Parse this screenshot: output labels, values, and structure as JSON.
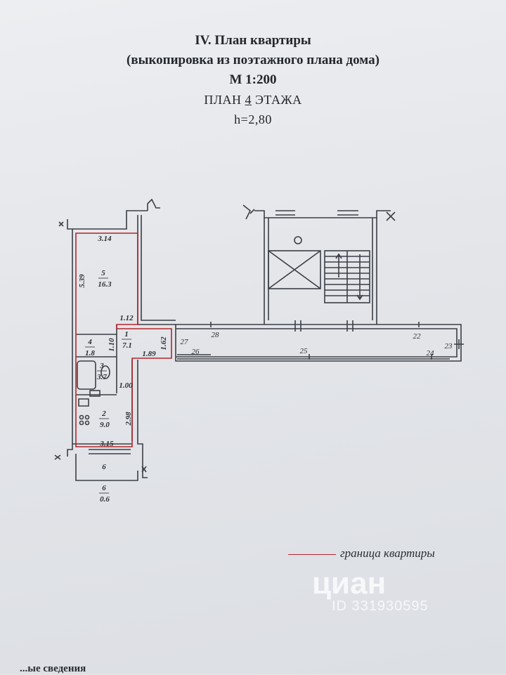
{
  "header": {
    "title": "IV. План квартиры",
    "subtitle": "(выкопировка из поэтажного плана дома)",
    "scale": "М 1:200",
    "floor_prefix": "ПЛАН",
    "floor_number": "4",
    "floor_suffix": "ЭТАЖА",
    "height": "h=2,80"
  },
  "rooms": [
    {
      "id": "5",
      "area": "16.3"
    },
    {
      "id": "1",
      "area": "7.1"
    },
    {
      "id": "4",
      "area": "1.8"
    },
    {
      "id": "3",
      "area": "3.7"
    },
    {
      "id": "2",
      "area": "9.0"
    },
    {
      "id": "6",
      "area": "0.6"
    }
  ],
  "balcony_label": "6",
  "dimensions": {
    "room5_width": "3.14",
    "room5_length": "5.39",
    "hall_width": "1.12",
    "hall_height": "1.62",
    "hall_depth": "1.89",
    "wc_width": "1.10",
    "bath_width": "1.00",
    "kitchen_length": "2.98",
    "kitchen_width": "3.15"
  },
  "corridor_labels": [
    "28",
    "27",
    "26",
    "25",
    "22",
    "23",
    "24"
  ],
  "legend": {
    "text": "граница квартиры",
    "color": "#b2262d"
  },
  "watermark": {
    "logo": "циан",
    "id": "ID 331930595"
  },
  "footer_text": "...ые сведения"
}
